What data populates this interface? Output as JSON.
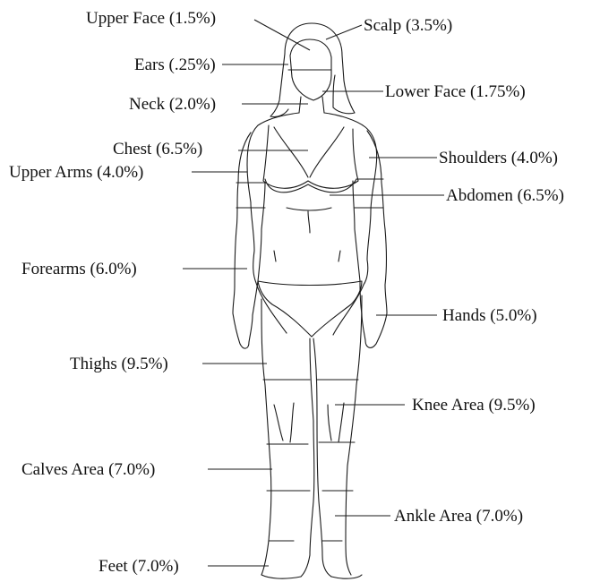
{
  "labels": {
    "upper_face": "Upper Face (1.5%)",
    "scalp": "Scalp (3.5%)",
    "ears": "Ears (.25%)",
    "lower_face": "Lower Face (1.75%)",
    "neck": "Neck (2.0%)",
    "chest": "Chest (6.5%)",
    "shoulders": "Shoulders (4.0%)",
    "upper_arms": "Upper Arms (4.0%)",
    "abdomen": "Abdomen (6.5%)",
    "forearms": "Forearms (6.0%)",
    "hands": "Hands (5.0%)",
    "thighs": "Thighs (9.5%)",
    "knee_area": "Knee Area (9.5%)",
    "calves_area": "Calves Area (7.0%)",
    "ankle_area": "Ankle Area (7.0%)",
    "feet": "Feet (7.0%)"
  }
}
